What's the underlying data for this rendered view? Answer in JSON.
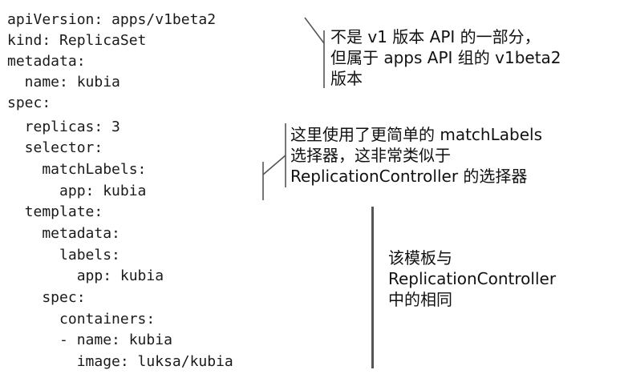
{
  "yaml_lines": [
    "apiVersion: apps/v1beta2",
    "kind: ReplicaSet",
    "metadata:",
    "  name: kubia",
    "spec:",
    "  replicas: 3",
    "  selector:",
    "    matchLabels:",
    "      app: kubia",
    "  template:",
    "    metadata:",
    "      labels:",
    "        app: kubia",
    "    spec:",
    "      containers:",
    "      - name: kubia",
    "        image: luksa/kubia"
  ],
  "annotations": {
    "api_version": [
      "不是 v1 版本 API 的一部分，",
      "但属于 apps API 组的 v1beta2",
      "版本"
    ],
    "selector": [
      "这里使用了更简单的 matchLabels",
      "选择器，这非常类似于",
      "ReplicationController 的选择器"
    ],
    "template": [
      "该模板与",
      "ReplicationController",
      "中的相同"
    ]
  }
}
